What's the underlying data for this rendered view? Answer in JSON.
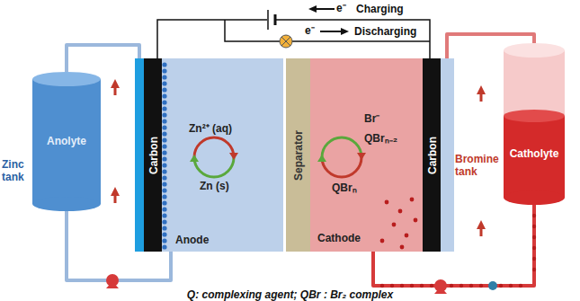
{
  "diagram": {
    "caption": "Q: complexing agent; QBr : Br₂ complex",
    "nodes": [
      {
        "text": [
          "Zinc tank",
          "Anolyte"
        ]
      },
      {
        "text": [
          "Zn²⁺ (aq)",
          "Zn (s)",
          "Anode"
        ]
      },
      {
        "text": [
          "Carbon"
        ],
        "in": 1
      },
      {
        "text": [
          "Separator"
        ]
      },
      {
        "text": [
          "Br⁻",
          "QBrₙ₋₂",
          "QBrₙ",
          "Cathode"
        ]
      },
      {
        "text": [
          "Carbon"
        ],
        "in": 4
      },
      {
        "text": [
          "Bromine tank",
          "Catholyte"
        ]
      }
    ],
    "edges": [
      {
        "from": 1,
        "to": 0,
        "arrow": "none"
      },
      {
        "from": 0,
        "to": 1,
        "arrow": "none"
      },
      {
        "from": 4,
        "to": 6,
        "arrow": "none"
      },
      {
        "from": 6,
        "to": 4,
        "arrow": "none"
      }
    ],
    "labels": [
      "e⁻",
      "Charging",
      "e⁻",
      "Discharging"
    ]
  }
}
